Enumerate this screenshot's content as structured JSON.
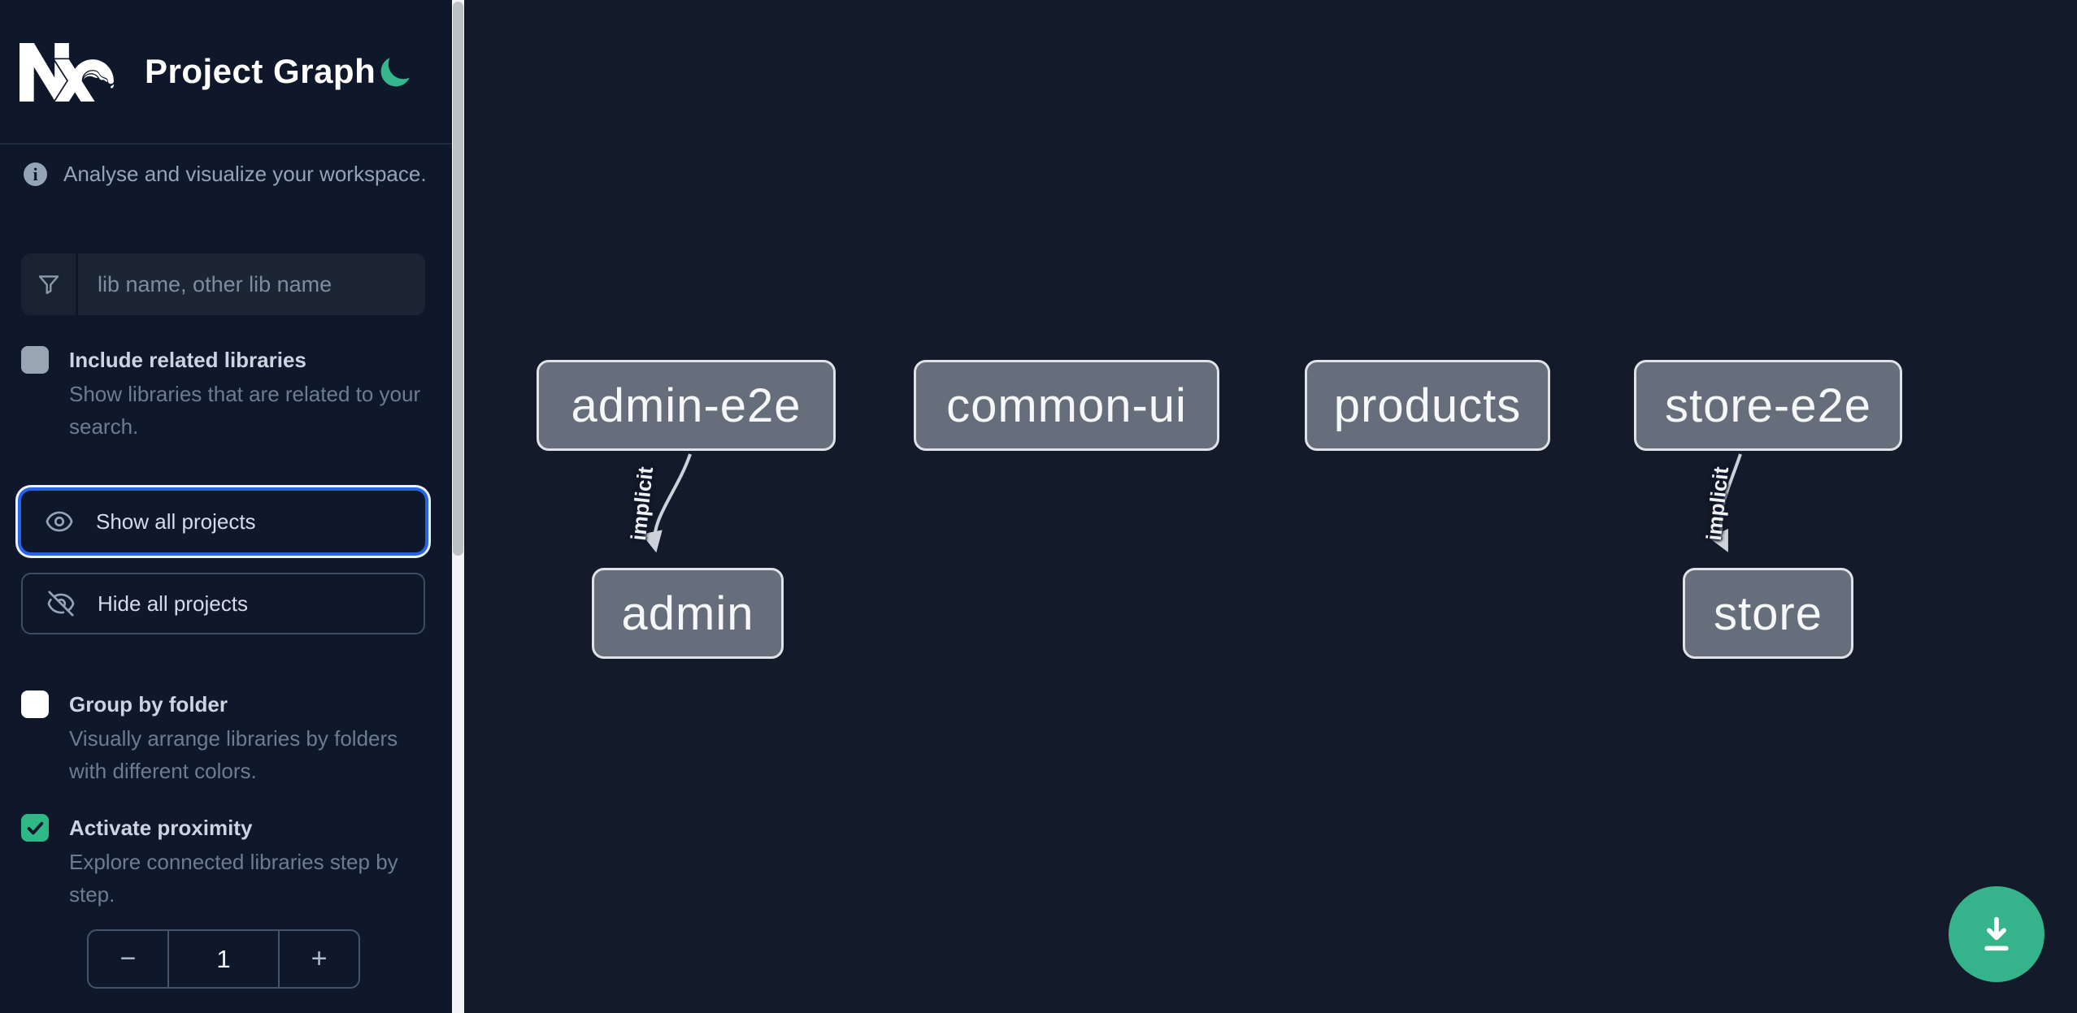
{
  "header": {
    "title": "Project Graph",
    "logo": "nx-logo",
    "theme_icon": "moon-icon"
  },
  "sidebar": {
    "tagline": "Analyse and visualize your workspace.",
    "search": {
      "placeholder": "lib name, other lib name",
      "value": ""
    },
    "options": [
      {
        "id": "include-related-libraries",
        "label": "Include related libraries",
        "description": "Show libraries that are related to your search.",
        "checked": false
      },
      {
        "id": "group-by-folder",
        "label": "Group by folder",
        "description": "Visually arrange libraries by folders with different colors.",
        "checked": false
      },
      {
        "id": "activate-proximity",
        "label": "Activate proximity",
        "description": "Explore connected libraries step by step.",
        "checked": true
      }
    ],
    "buttons": [
      {
        "id": "show-all-projects",
        "label": "Show all projects",
        "icon": "eye-icon",
        "focused": true
      },
      {
        "id": "hide-all-projects",
        "label": "Hide all projects",
        "icon": "eye-off-icon",
        "focused": false
      }
    ],
    "stepper": {
      "decrement": "−",
      "value": "1",
      "increment": "+"
    }
  },
  "graph": {
    "nodes": [
      {
        "id": "admin-e2e",
        "label": "admin-e2e"
      },
      {
        "id": "common-ui",
        "label": "common-ui"
      },
      {
        "id": "products",
        "label": "products"
      },
      {
        "id": "store-e2e",
        "label": "store-e2e"
      },
      {
        "id": "admin",
        "label": "admin"
      },
      {
        "id": "store",
        "label": "store"
      }
    ],
    "edges": [
      {
        "source": "admin-e2e",
        "target": "admin",
        "label": "implicit"
      },
      {
        "source": "store-e2e",
        "target": "store",
        "label": "implicit"
      }
    ]
  },
  "fab": {
    "icon": "download-icon"
  },
  "colors": {
    "sidebar_bg": "#0f172a",
    "canvas_bg": "#131a2a",
    "accent_green": "#35b48b",
    "checkbox_green": "#2eb886",
    "focus_blue": "#2563eb",
    "node_fill": "#666e7b",
    "node_border": "#dfe3e8",
    "edge_color": "#ccd2d9"
  }
}
